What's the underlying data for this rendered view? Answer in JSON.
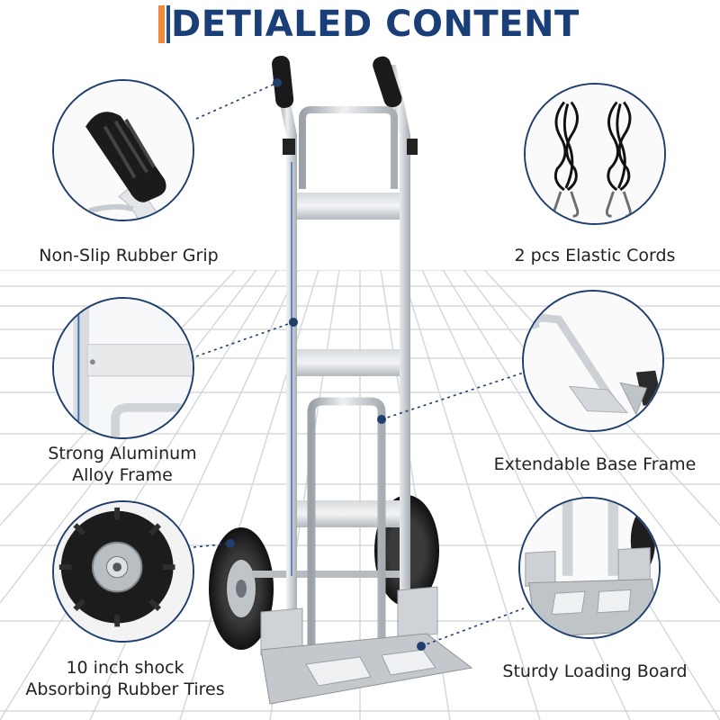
{
  "title": "DETIALED CONTENT",
  "features": [
    {
      "id": "grip",
      "label_lines": [
        "Non-Slip Rubber Grip"
      ],
      "icon": "rubber-grip-icon"
    },
    {
      "id": "cords",
      "label_lines": [
        "2 pcs Elastic Cords"
      ],
      "icon": "elastic-cords-icon"
    },
    {
      "id": "frame",
      "label_lines": [
        "Strong Aluminum",
        "Alloy Frame"
      ],
      "icon": "aluminum-frame-icon"
    },
    {
      "id": "base",
      "label_lines": [
        "Extendable Base Frame"
      ],
      "icon": "base-frame-icon"
    },
    {
      "id": "tires",
      "label_lines": [
        "10 inch shock",
        "Absorbing Rubber Tires"
      ],
      "icon": "rubber-tire-icon"
    },
    {
      "id": "board",
      "label_lines": [
        "Sturdy Loading Board"
      ],
      "icon": "loading-board-icon"
    }
  ],
  "colors": {
    "title": "#1a3f78",
    "accent_orange": "#f08a3a",
    "accent_blue": "#1f4e8c",
    "circle_border": "#1f3f6e"
  }
}
